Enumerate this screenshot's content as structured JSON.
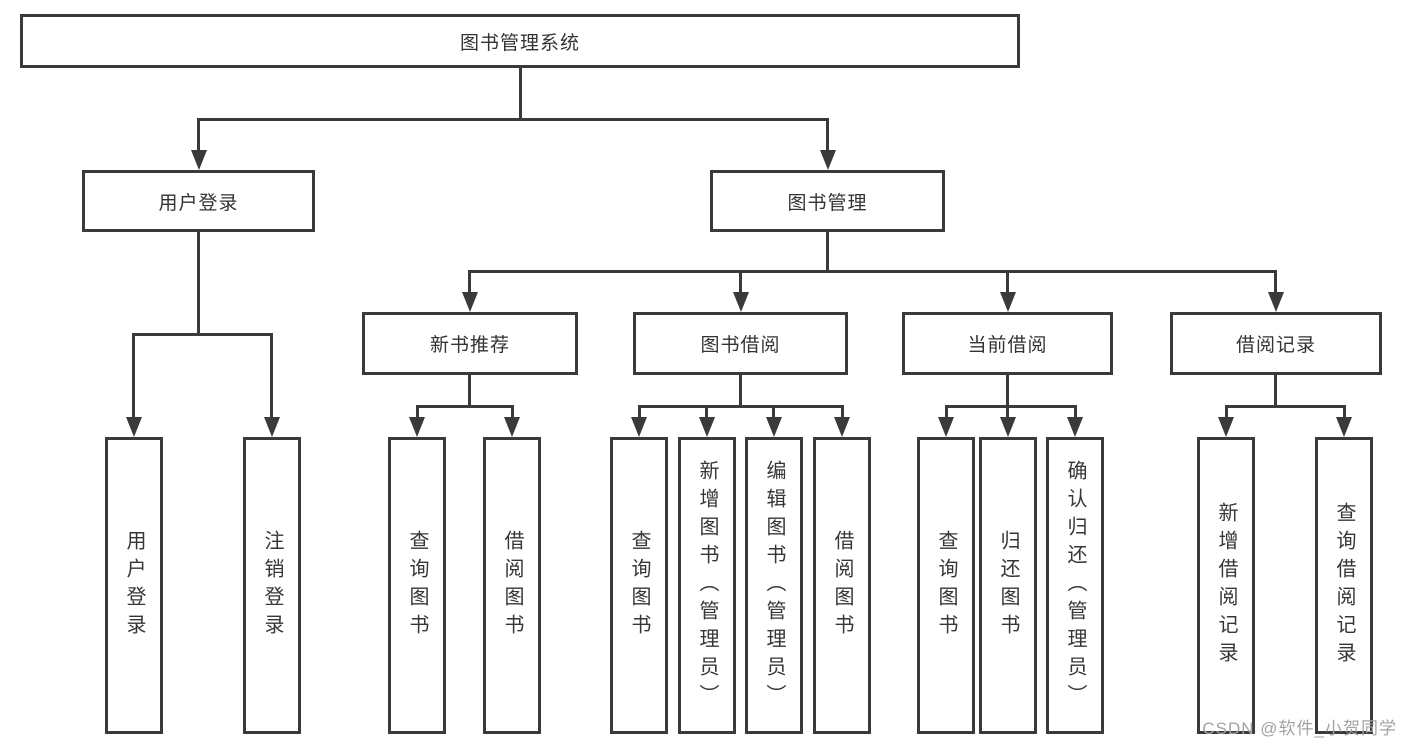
{
  "diagram_type": "hierarchy-diagram",
  "colors": {
    "background": "#ffffff",
    "line": "#3a3a3a",
    "text": "#333333",
    "watermark": "#a3a3a3"
  },
  "tree": {
    "label": "图书管理系统",
    "children": [
      {
        "label": "用户登录",
        "children": [
          {
            "label": "用户登录"
          },
          {
            "label": "注销登录"
          }
        ]
      },
      {
        "label": "图书管理",
        "children": [
          {
            "label": "新书推荐",
            "children": [
              {
                "label": "查询图书"
              },
              {
                "label": "借阅图书"
              }
            ]
          },
          {
            "label": "图书借阅",
            "children": [
              {
                "label": "查询图书"
              },
              {
                "label": "新增图书（管理员）"
              },
              {
                "label": "编辑图书（管理员）"
              },
              {
                "label": "借阅图书"
              }
            ]
          },
          {
            "label": "当前借阅",
            "children": [
              {
                "label": "查询图书"
              },
              {
                "label": "归还图书"
              },
              {
                "label": "确认归还（管理员）"
              }
            ]
          },
          {
            "label": "借阅记录",
            "children": [
              {
                "label": "新增借阅记录"
              },
              {
                "label": "查询借阅记录"
              }
            ]
          }
        ]
      }
    ]
  },
  "watermark": "CSDN @软件_小贺同学"
}
